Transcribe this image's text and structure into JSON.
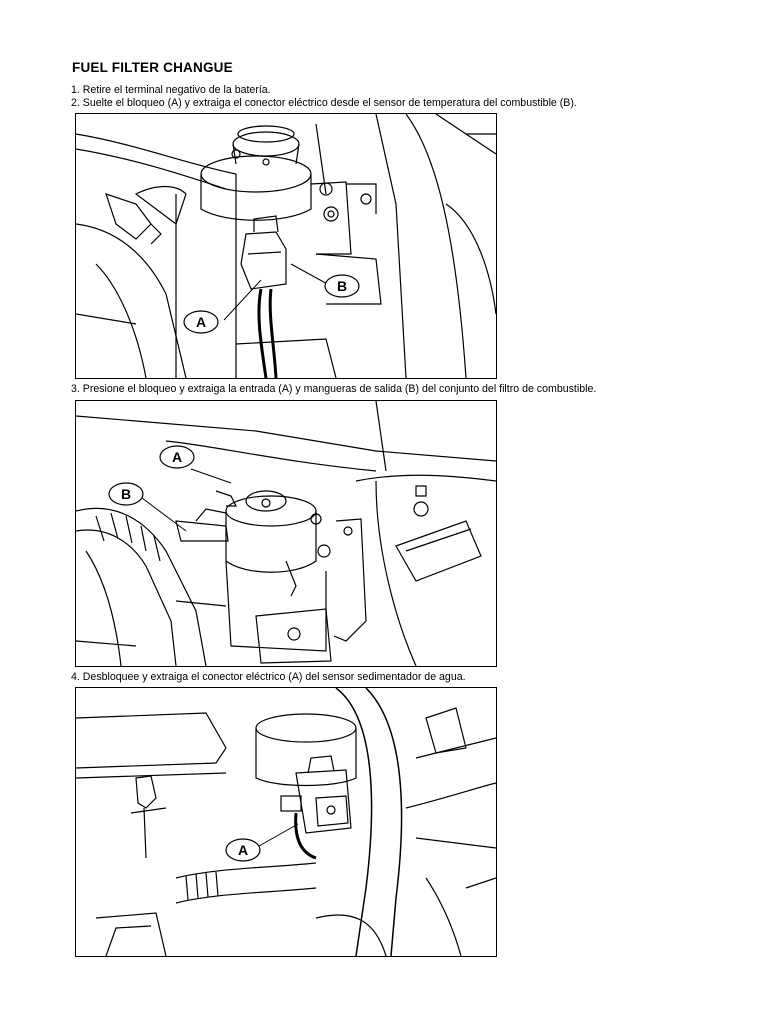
{
  "document": {
    "title": "FUEL FILTER CHANGUE",
    "steps": [
      "1. Retire el terminal negativo de la batería.",
      "2. Suelte el bloqueo (A) y extraiga el conector eléctrico desde el sensor de temperatura del combustible (B).",
      "3. Presione el bloqueo y extraiga la entrada (A) y mangueras de salida (B) del conjunto del filtro de combustible.",
      "4. Desbloquee y extraiga el conector eléctrico (A) del sensor sedimentador de agua."
    ],
    "figures": [
      {
        "callouts": [
          "A",
          "B"
        ]
      },
      {
        "callouts": [
          "A",
          "B"
        ]
      },
      {
        "callouts": [
          "A"
        ]
      }
    ]
  }
}
